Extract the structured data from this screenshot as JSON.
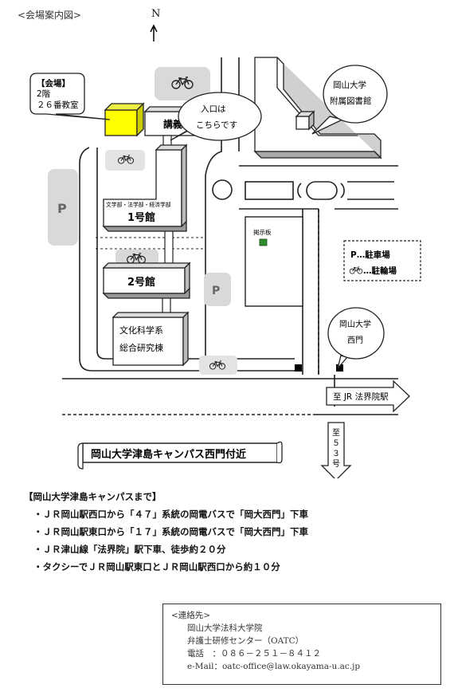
{
  "header": {
    "label": "<会場案内図>",
    "north": "N"
  },
  "map": {
    "venue_callout": [
      "【会場】",
      "2階",
      "２６番教室"
    ],
    "lecture_hall": "講義棟",
    "entrance_callout": [
      "入口は",
      "こちらです"
    ],
    "library_callout": [
      "岡山大学",
      "附属図書館"
    ],
    "building1_small": "文学部・法学部・経済学部",
    "building1": "1号館",
    "building2": "2号館",
    "research_building": [
      "文化科学系",
      "総合研究棟"
    ],
    "bulletin_board": "掲示板",
    "parking_mark": "P",
    "legend": {
      "parking": "P…駐車場",
      "bicycle": "…駐輪場"
    },
    "west_gate_callout": [
      "岡山大学",
      "西門"
    ],
    "to_station": "至 JR 法界院駅",
    "to_route53": [
      "至",
      "５",
      "３",
      "号"
    ],
    "banner": "岡山大学津島キャンパス西門付近"
  },
  "access": {
    "title": "【岡山大学津島キャンパスまで】",
    "items": [
      "・ＪＲ岡山駅西口から「４７」系統の岡電バスで「岡大西門」下車",
      "・ＪＲ岡山駅東口から「１７」系統の岡電バスで「岡大西門」下車",
      "・ＪＲ津山線「法界院」駅下車、徒歩約２０分",
      "・タクシーでＪＲ岡山駅東口とＪＲ岡山駅西口から約１０分"
    ]
  },
  "contact": {
    "title": "<連絡先>",
    "lines": [
      "岡山大学法科大学院",
      "弁護士研修センター（OATC）",
      "電話　：０８６－２５１－８４１２",
      "e-Mail：oatc-office@law.okayama-u.ac.jp"
    ]
  },
  "colors": {
    "venue": "#ffff00",
    "parking_gray": "#d9d9d9",
    "bike_gray": "#e3e3e3",
    "board_green": "#2e8b2e"
  }
}
